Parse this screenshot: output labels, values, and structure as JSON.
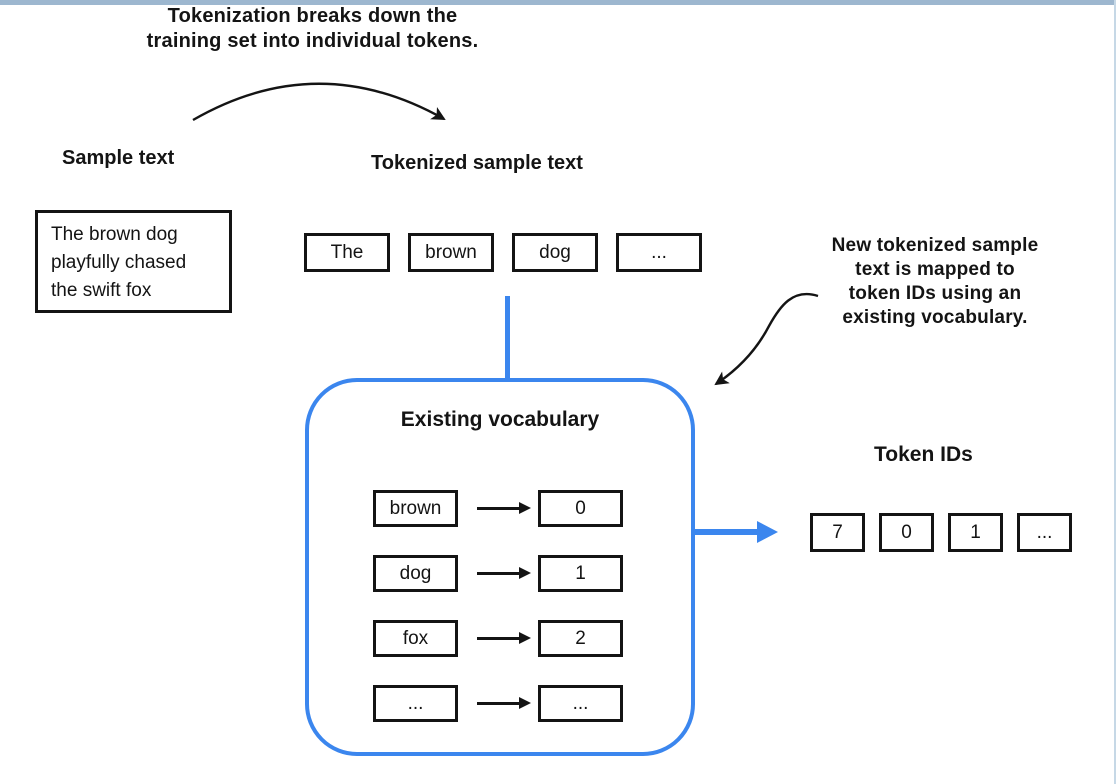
{
  "colors": {
    "accent_blue": "#3b86ee",
    "top_bar": "#9db7cf",
    "right_edge": "#c6d8e6",
    "line_black": "#141414",
    "background": "#ffffff"
  },
  "annotations": {
    "tokenization": {
      "lines": [
        "Tokenization breaks down the",
        "training set into individual tokens."
      ]
    },
    "mapping": {
      "lines": [
        "New tokenized sample",
        "text is mapped to",
        "token IDs using an",
        "existing vocabulary."
      ]
    }
  },
  "sample": {
    "label": "Sample text",
    "lines": [
      "The brown dog",
      "playfully chased",
      "the swift fox"
    ]
  },
  "tokenized": {
    "label": "Tokenized sample text",
    "tokens": [
      "The",
      "brown",
      "dog",
      "..."
    ]
  },
  "vocabulary": {
    "label": "Existing vocabulary",
    "rows": [
      {
        "word": "brown",
        "id": "0"
      },
      {
        "word": "dog",
        "id": "1"
      },
      {
        "word": "fox",
        "id": "2"
      },
      {
        "word": "...",
        "id": "..."
      }
    ]
  },
  "token_ids": {
    "label": "Token IDs",
    "values": [
      "7",
      "0",
      "1",
      "..."
    ]
  }
}
